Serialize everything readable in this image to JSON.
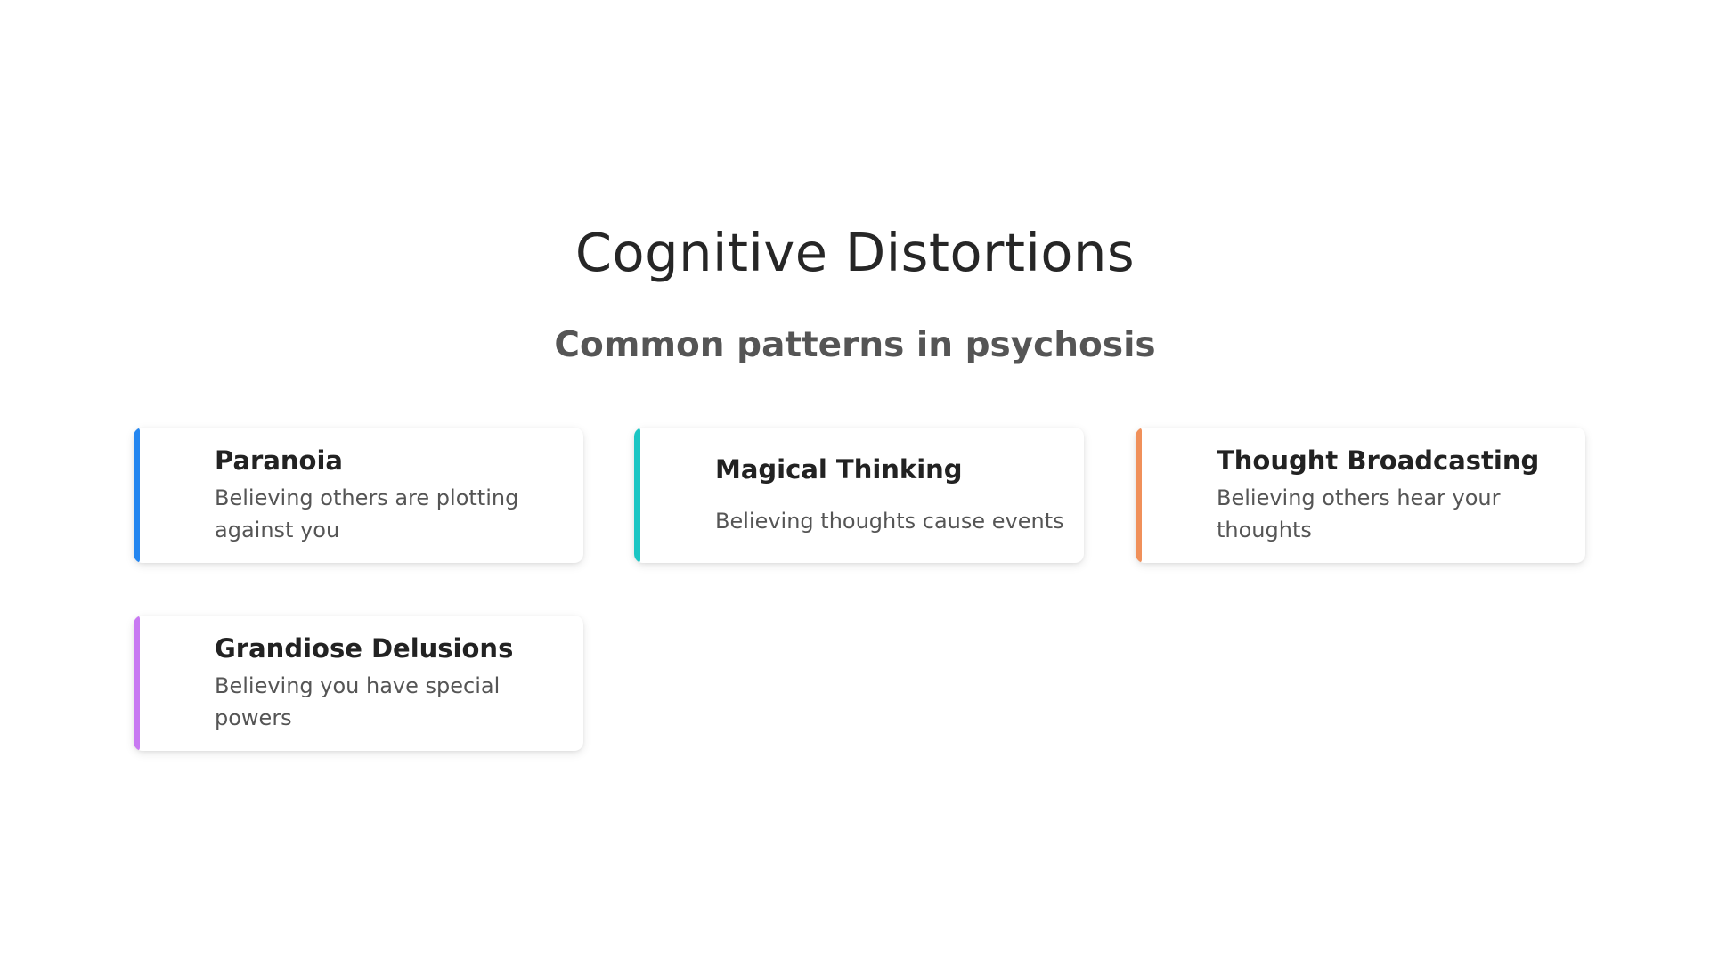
{
  "slide": {
    "title": "Cognitive Distortions",
    "subtitle": "Common patterns in psychosis"
  },
  "cards": [
    {
      "title": "Paranoia",
      "description": "Believing others are plotting against you",
      "accent_color": "#2486f0"
    },
    {
      "title": "Magical Thinking",
      "description": "Believing thoughts cause events",
      "accent_color": "#1cc6c4"
    },
    {
      "title": "Thought Broadcasting",
      "description": "Believing others hear your thoughts",
      "accent_color": "#f0905a"
    },
    {
      "title": "Grandiose Delusions",
      "description": "Believing you have special powers",
      "accent_color": "#c879f2"
    }
  ]
}
